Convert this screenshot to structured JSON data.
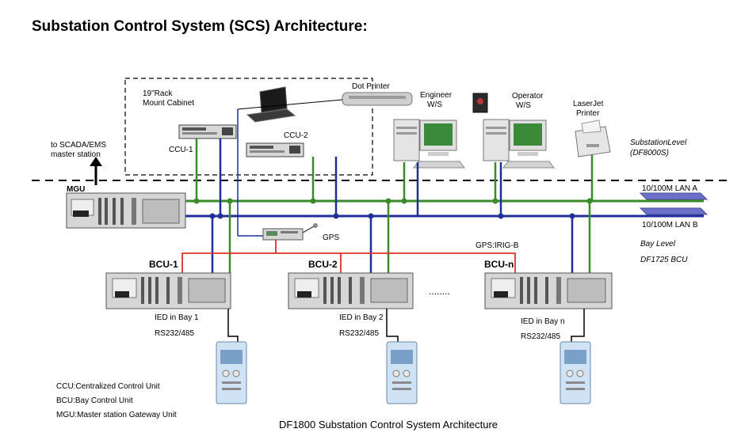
{
  "title": "Substation Control System (SCS) Architecture:",
  "caption": "DF1800 Substation Control System Architecture",
  "rack": {
    "line1": "19\"Rack",
    "line2": "Mount Cabinet"
  },
  "devices": {
    "ccu1": "CCU-1",
    "ccu2": "CCU-2",
    "mgu": "MGU",
    "gps": "GPS",
    "dot_printer": "Dot Printer",
    "engineer_ws_line1": "Engineer",
    "engineer_ws_line2": "W/S",
    "operator_ws_line1": "Operator",
    "operator_ws_line2": "W/S",
    "laserjet_line1": "LaserJet",
    "laserjet_line2": "Printer",
    "bcu1": "BCU-1",
    "bcu2": "BCU-2",
    "bcun": "BCU-n"
  },
  "scada": {
    "line1": "to SCADA/EMS",
    "line2": "master station"
  },
  "levels": {
    "substation_line1": "SubstationLevel",
    "substation_line2": "(DF8000S)",
    "bay_line1": "Bay Level",
    "bay_line2": "DF1725 BCU"
  },
  "lans": {
    "lan_a": "10/100M  LAN A",
    "lan_b": "10/100M  LAN B"
  },
  "gps_sync": "GPS:IRIG-B",
  "ied": {
    "bay1": "IED  in Bay 1",
    "bay2": "IED  in Bay 2",
    "bayn": "IED  in Bay n",
    "port": "RS232/485"
  },
  "ellipsis": "........",
  "legend": [
    "CCU:Centralized Control Unit",
    "BCU:Bay Control Unit",
    "MGU:Master station Gateway Unit"
  ],
  "colors": {
    "lan_a": "#3a8a2a",
    "lan_b": "#1f2f9a",
    "irig": "#e0302a",
    "rack_border": "#000000"
  }
}
